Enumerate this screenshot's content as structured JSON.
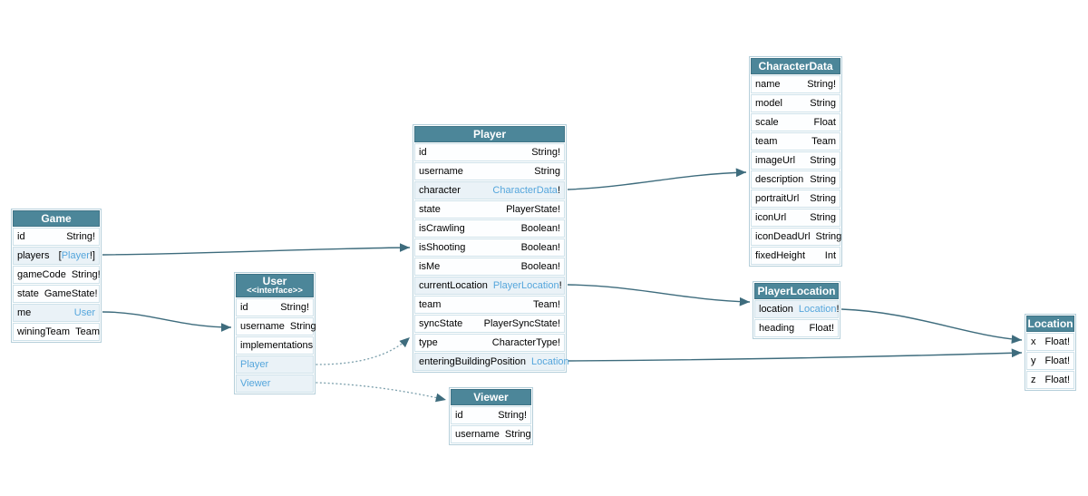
{
  "diagram": {
    "colors": {
      "canvas_bg": "#ffffff",
      "header_bg": "#4c8699",
      "header_border": "#3f7487",
      "header_text": "#ffffff",
      "table_border": "#b5cfda",
      "row_border": "#cfe2ea",
      "row_bg": "#fdfeff",
      "row_link_bg": "#eaf2f7",
      "text": "#000000",
      "link": "#55a6dc",
      "edge": "#3e6c7d",
      "edge_dotted": "#7fa2ae"
    },
    "tables": [
      {
        "id": "Game",
        "title": "Game",
        "rows": [
          {
            "kind": "field",
            "name": "id",
            "type": "String!"
          },
          {
            "kind": "field",
            "name": "players",
            "pre": "[",
            "link": "Player",
            "suf": "!]"
          },
          {
            "kind": "field",
            "name": "gameCode",
            "type": "String!"
          },
          {
            "kind": "field",
            "name": "state",
            "type": "GameState!"
          },
          {
            "kind": "field",
            "name": "me",
            "link": "User"
          },
          {
            "kind": "field",
            "name": "winingTeam",
            "type": "Team"
          }
        ]
      },
      {
        "id": "User",
        "title": "User",
        "subtitle": "<<interface>>",
        "rows": [
          {
            "kind": "field",
            "name": "id",
            "type": "String!"
          },
          {
            "kind": "field",
            "name": "username",
            "type": "String"
          },
          {
            "kind": "label",
            "text": "implementations"
          },
          {
            "kind": "link",
            "text": "Player"
          },
          {
            "kind": "link",
            "text": "Viewer"
          }
        ]
      },
      {
        "id": "Player",
        "title": "Player",
        "rows": [
          {
            "kind": "field",
            "name": "id",
            "type": "String!"
          },
          {
            "kind": "field",
            "name": "username",
            "type": "String"
          },
          {
            "kind": "field",
            "name": "character",
            "link": "CharacterData",
            "suf": "!"
          },
          {
            "kind": "field",
            "name": "state",
            "type": "PlayerState!"
          },
          {
            "kind": "field",
            "name": "isCrawling",
            "type": "Boolean!"
          },
          {
            "kind": "field",
            "name": "isShooting",
            "type": "Boolean!"
          },
          {
            "kind": "field",
            "name": "isMe",
            "type": "Boolean!"
          },
          {
            "kind": "field",
            "name": "currentLocation",
            "link": "PlayerLocation",
            "suf": "!"
          },
          {
            "kind": "field",
            "name": "team",
            "type": "Team!"
          },
          {
            "kind": "field",
            "name": "syncState",
            "type": "PlayerSyncState!"
          },
          {
            "kind": "field",
            "name": "type",
            "type": "CharacterType!"
          },
          {
            "kind": "field",
            "name": "enteringBuildingPosition",
            "link": "Location"
          }
        ]
      },
      {
        "id": "Viewer",
        "title": "Viewer",
        "rows": [
          {
            "kind": "field",
            "name": "id",
            "type": "String!"
          },
          {
            "kind": "field",
            "name": "username",
            "type": "String"
          }
        ]
      },
      {
        "id": "CharacterData",
        "title": "CharacterData",
        "rows": [
          {
            "kind": "field",
            "name": "name",
            "type": "String!"
          },
          {
            "kind": "field",
            "name": "model",
            "type": "String"
          },
          {
            "kind": "field",
            "name": "scale",
            "type": "Float"
          },
          {
            "kind": "field",
            "name": "team",
            "type": "Team"
          },
          {
            "kind": "field",
            "name": "imageUrl",
            "type": "String"
          },
          {
            "kind": "field",
            "name": "description",
            "type": "String"
          },
          {
            "kind": "field",
            "name": "portraitUrl",
            "type": "String"
          },
          {
            "kind": "field",
            "name": "iconUrl",
            "type": "String"
          },
          {
            "kind": "field",
            "name": "iconDeadUrl",
            "type": "String"
          },
          {
            "kind": "field",
            "name": "fixedHeight",
            "type": "Int"
          }
        ]
      },
      {
        "id": "PlayerLocation",
        "title": "PlayerLocation",
        "rows": [
          {
            "kind": "field",
            "name": "location",
            "link": "Location",
            "suf": "!"
          },
          {
            "kind": "field",
            "name": "heading",
            "type": "Float!"
          }
        ]
      },
      {
        "id": "Location",
        "title": "Location",
        "rows": [
          {
            "kind": "field",
            "name": "x",
            "type": "Float!"
          },
          {
            "kind": "field",
            "name": "y",
            "type": "Float!"
          },
          {
            "kind": "field",
            "name": "z",
            "type": "Float!"
          }
        ]
      }
    ],
    "edges": [
      {
        "from": "Game.players",
        "to": "Player",
        "style": "solid"
      },
      {
        "from": "Game.me",
        "to": "User",
        "style": "solid"
      },
      {
        "from": "Player.character",
        "to": "CharacterData",
        "style": "solid"
      },
      {
        "from": "Player.currentLocation",
        "to": "PlayerLocation",
        "style": "solid"
      },
      {
        "from": "Player.enteringBuildingPosition",
        "to": "Location",
        "style": "solid"
      },
      {
        "from": "PlayerLocation.location",
        "to": "Location",
        "style": "solid"
      },
      {
        "from": "User.Player",
        "to": "Player",
        "style": "dotted"
      },
      {
        "from": "User.Viewer",
        "to": "Viewer",
        "style": "dotted"
      }
    ]
  }
}
